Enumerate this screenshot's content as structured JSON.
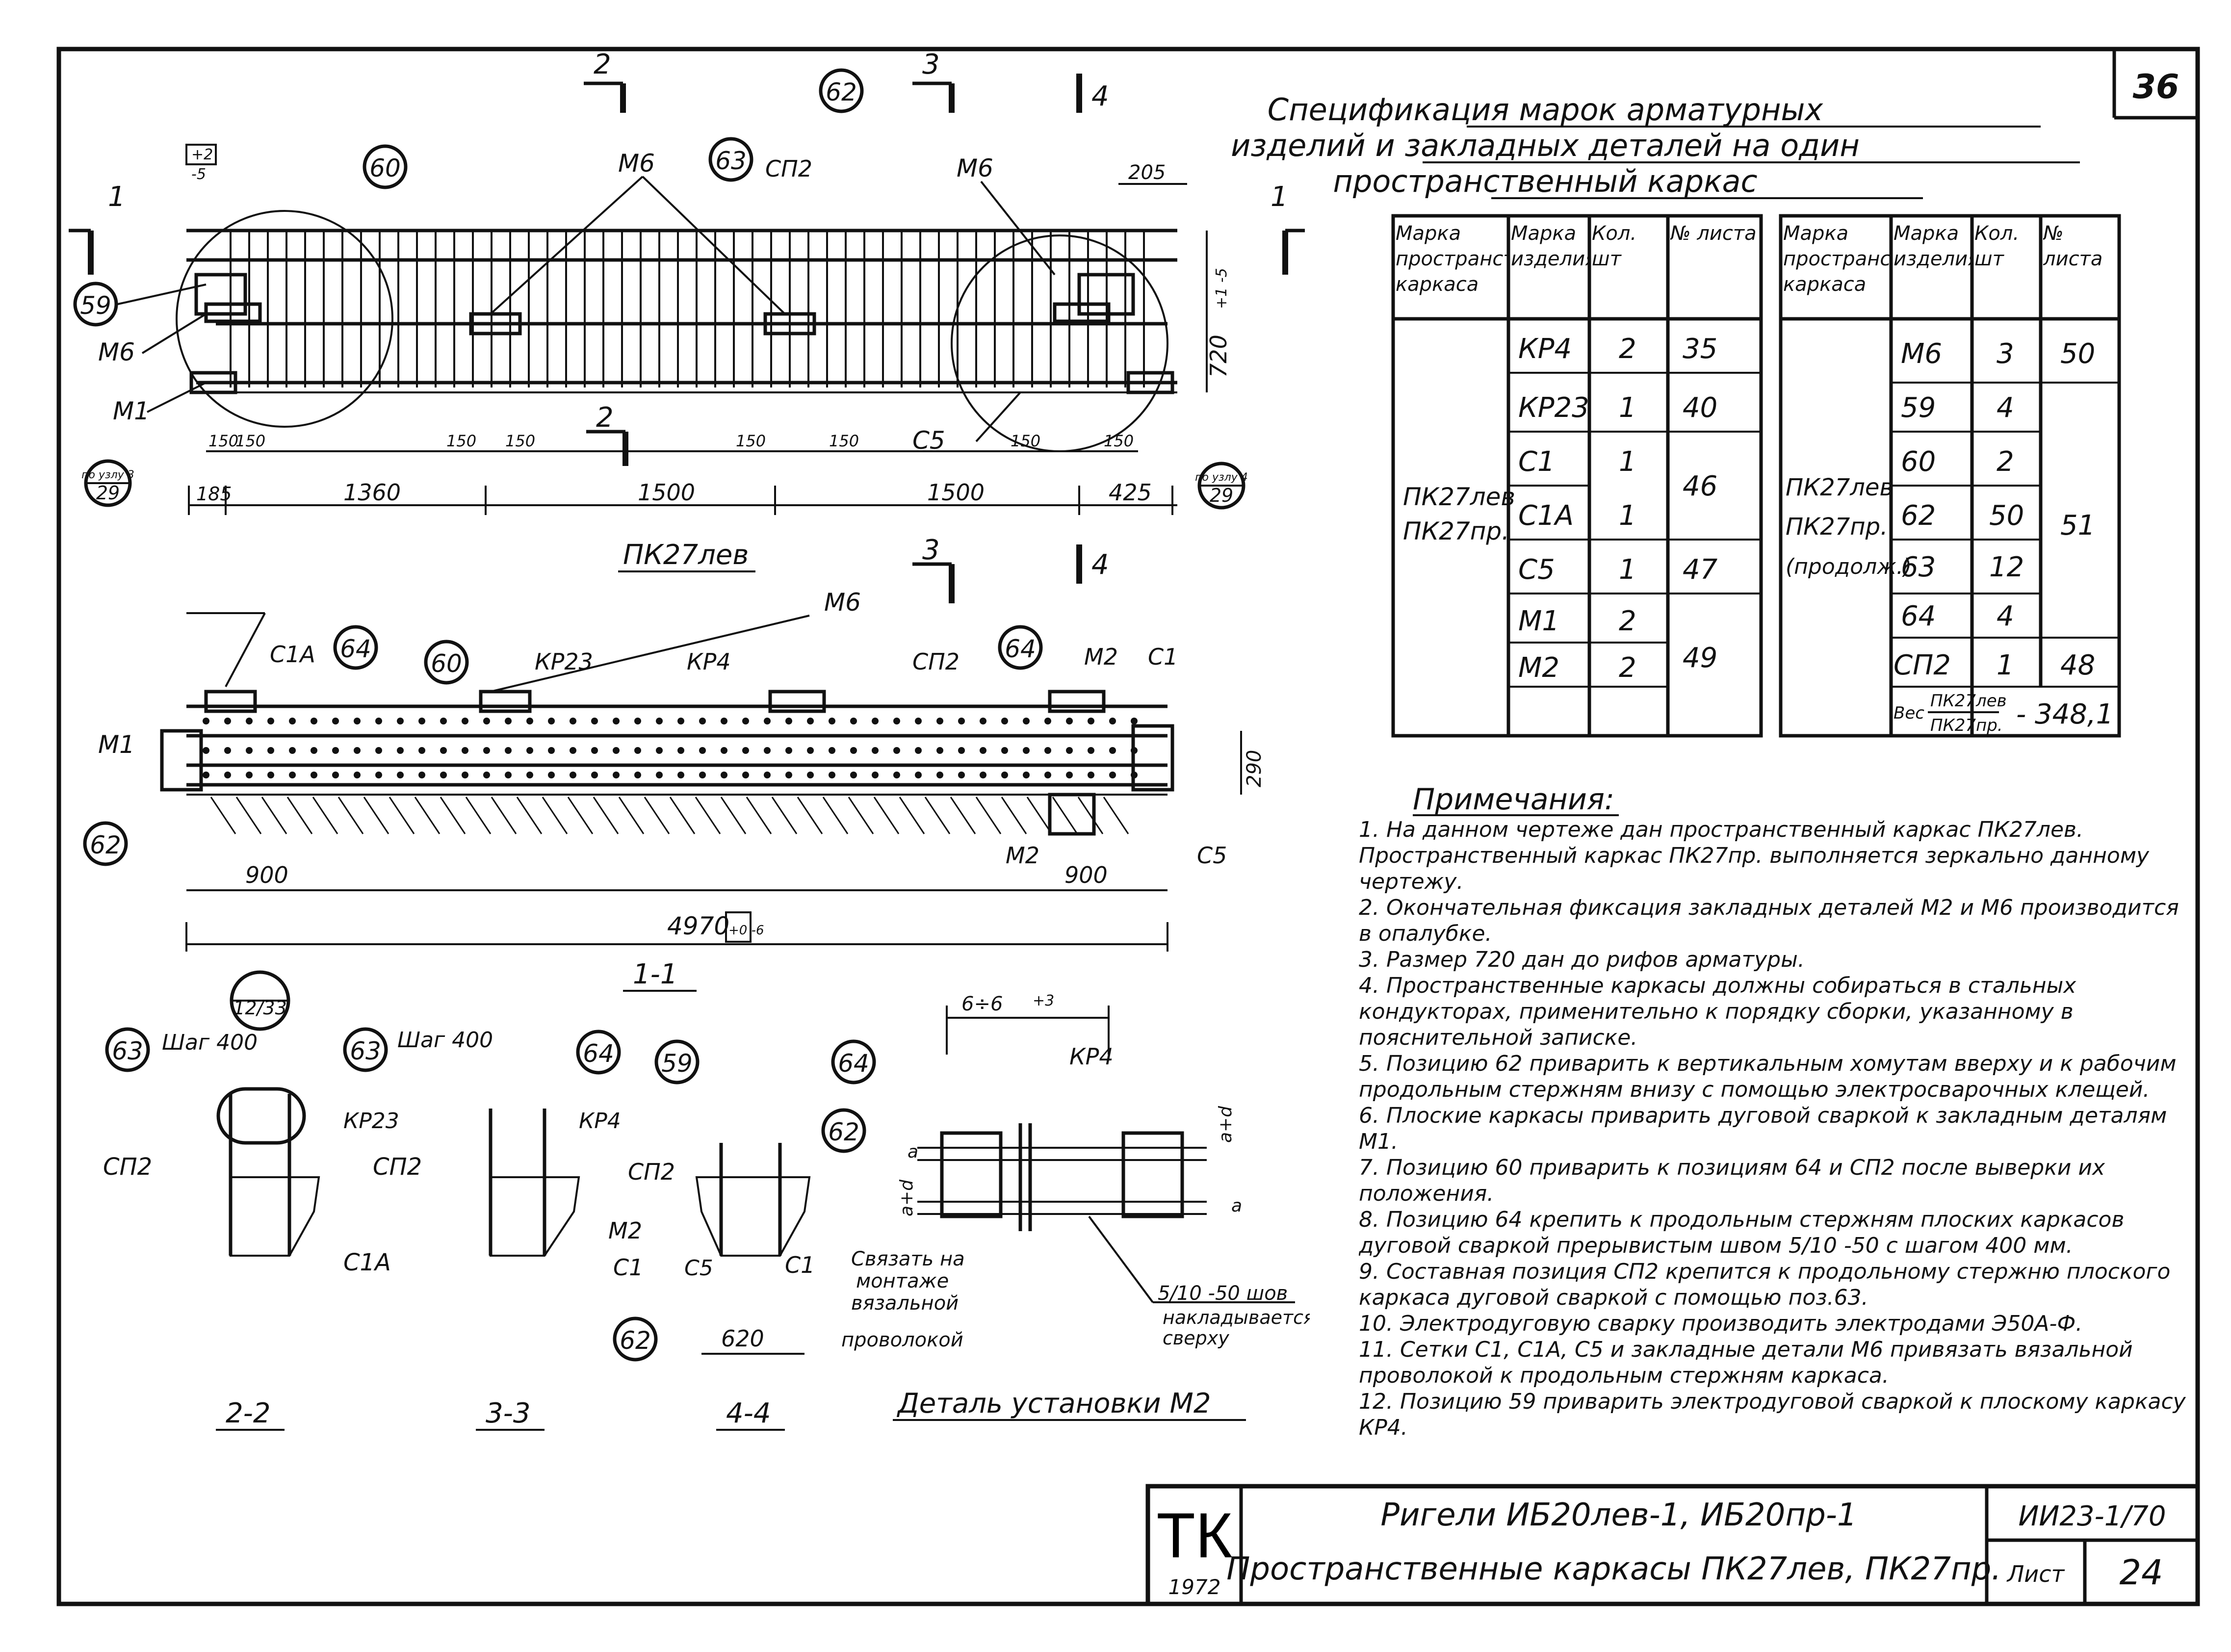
{
  "sheet_corner": "36",
  "spec_title": [
    "Спецификация марок арматурных",
    "изделий и закладных деталей на один",
    "пространственный каркас"
  ],
  "spec_headers": [
    "Марка пространств. каркаса",
    "Марка изделия",
    "Кол. шт",
    "№ листа"
  ],
  "spec_headers_right": [
    "Марка пространств. каркаса",
    "Марка изделия",
    "Кол. шт",
    "№ листа"
  ],
  "spec_left_frames": [
    "ПК27лев",
    "ПК27пр."
  ],
  "spec_left": [
    {
      "mark": "КР4",
      "qty": "2",
      "sheet": "35"
    },
    {
      "mark": "КР23",
      "qty": "1",
      "sheet": "40"
    },
    {
      "mark": "С1",
      "qty": "1",
      "sheet": "46"
    },
    {
      "mark": "С1А",
      "qty": "1",
      "sheet": ""
    },
    {
      "mark": "С5",
      "qty": "1",
      "sheet": "47"
    },
    {
      "mark": "М1",
      "qty": "2",
      "sheet": "49"
    },
    {
      "mark": "М2",
      "qty": "2",
      "sheet": ""
    }
  ],
  "spec_right_frames": [
    "ПК27лев",
    "ПК27пр.",
    "(продолж.)"
  ],
  "spec_right": [
    {
      "mark": "М6",
      "qty": "3",
      "sheet": "50"
    },
    {
      "mark": "59",
      "qty": "4",
      "sheet": ""
    },
    {
      "mark": "60",
      "qty": "2",
      "sheet": "51"
    },
    {
      "mark": "62",
      "qty": "50",
      "sheet": ""
    },
    {
      "mark": "63",
      "qty": "12",
      "sheet": ""
    },
    {
      "mark": "64",
      "qty": "4",
      "sheet": ""
    },
    {
      "mark": "СП2",
      "qty": "1",
      "sheet": "48"
    }
  ],
  "spec_weight": {
    "label": "Вес",
    "top": "ПК27лев",
    "bottom": "ПК27пр.",
    "value": "- 348,1"
  },
  "notes_title": "Примечания:",
  "notes": [
    "1. На данном чертеже дан пространственный каркас ПК27лев. Пространственный каркас ПК27пр. выполняется зеркально данному чертежу.",
    "2. Окончательная фиксация закладных деталей М2 и М6 производится в опалубке.",
    "3. Размер 720 дан до рифов арматуры.",
    "4. Пространственные каркасы должны собираться в стальных кондукторах, применительно к порядку сборки, указанному в пояснительной записке.",
    "5. Позицию 62 приварить к вертикальным хомутам вверху и к рабочим продольным стержням внизу с помощью электросварочных клещей.",
    "6. Плоские каркасы приварить дуговой сваркой к закладным деталям М1.",
    "7. Позицию 60 приварить к позициям 64 и СП2 после выверки их положения.",
    "8. Позицию 64 крепить к продольным стержням плоских каркасов дуговой сваркой прерывистым швом 5/10 -50 с шагом 400 мм.",
    "9. Составная позиция СП2 крепится к продольному стержню плоского каркаса дуговой сваркой с помощью поз.63.",
    "10. Электродуговую сварку производить электродами Э50А-Ф.",
    "11. Сетки С1, С1А, С5 и закладные детали М6 привязать вязальной проволокой к продольным стержням каркаса.",
    "12. Позицию 59 приварить электродуговой сваркой к плоскому каркасу КР4."
  ],
  "title_block": {
    "org": "ТК",
    "year": "1972",
    "line1": "Ригели ИБ20лев-1, ИБ20пр-1",
    "line2": "Пространственные каркасы ПК27лев, ПК27пр.",
    "code": "ИИ23-1/70",
    "sheet_label": "Лист",
    "sheet_no": "24"
  },
  "elevation": {
    "title": "ПК27лев",
    "dims": [
      "185",
      "1360",
      "1500",
      "1500",
      "425"
    ],
    "spacings": [
      "150",
      "150",
      "150",
      "150",
      "150",
      "150",
      "150",
      "150"
    ],
    "height": "720",
    "top_dim": "205",
    "labels": [
      "М6",
      "СП2",
      "М6",
      "М6",
      "М1",
      "С5"
    ],
    "bubbles": [
      "60",
      "59",
      "62",
      "63"
    ],
    "node_ref": {
      "top": "по узлу 3",
      "bottom": "29"
    },
    "node_ref2": {
      "top": "по узлу 4",
      "bottom": "29"
    },
    "tol": {
      "top": "+2",
      "bottom": "-5"
    },
    "tol2": "+1 -5",
    "sections": [
      "1",
      "1",
      "2",
      "2",
      "3",
      "3",
      "4",
      "4"
    ]
  },
  "plan": {
    "title": "1-1",
    "labels": [
      "М6",
      "С1А",
      "КР23",
      "КР4",
      "СП2",
      "М2",
      "С1",
      "М1",
      "М2",
      "С5"
    ],
    "bubbles": [
      "64",
      "60",
      "64",
      "62"
    ],
    "dims": [
      "900",
      "900"
    ],
    "width": "290",
    "length": "4970",
    "length_tol": "+0 -6"
  },
  "sections": {
    "s22": {
      "title": "2-2",
      "bubble_top": "12/33",
      "pos": "63",
      "step": "Шаг 400",
      "labels": [
        "КР23",
        "СП2",
        "С1А"
      ]
    },
    "s33": {
      "title": "3-3",
      "pos": "63",
      "step": "Шаг 400",
      "bubble": "64",
      "labels": [
        "КР4",
        "СП2"
      ]
    },
    "s44": {
      "title": "4-4",
      "bubbles": [
        "59",
        "64",
        "62",
        "62"
      ],
      "labels": [
        "СП2",
        "М2",
        "С1",
        "С5",
        "С1"
      ],
      "dim": "620",
      "note": [
        "Связать на",
        "монтаже",
        "вязальной",
        "проволокой"
      ]
    },
    "detail": {
      "title": "Деталь установки М2",
      "labels": [
        "КР4",
        "а",
        "а+d",
        "а+d",
        "а"
      ],
      "dim": "6÷6",
      "tol": "+3",
      "weld": "5/10 -50 шов",
      "weld_note": [
        "накладывается сверху"
      ]
    }
  }
}
